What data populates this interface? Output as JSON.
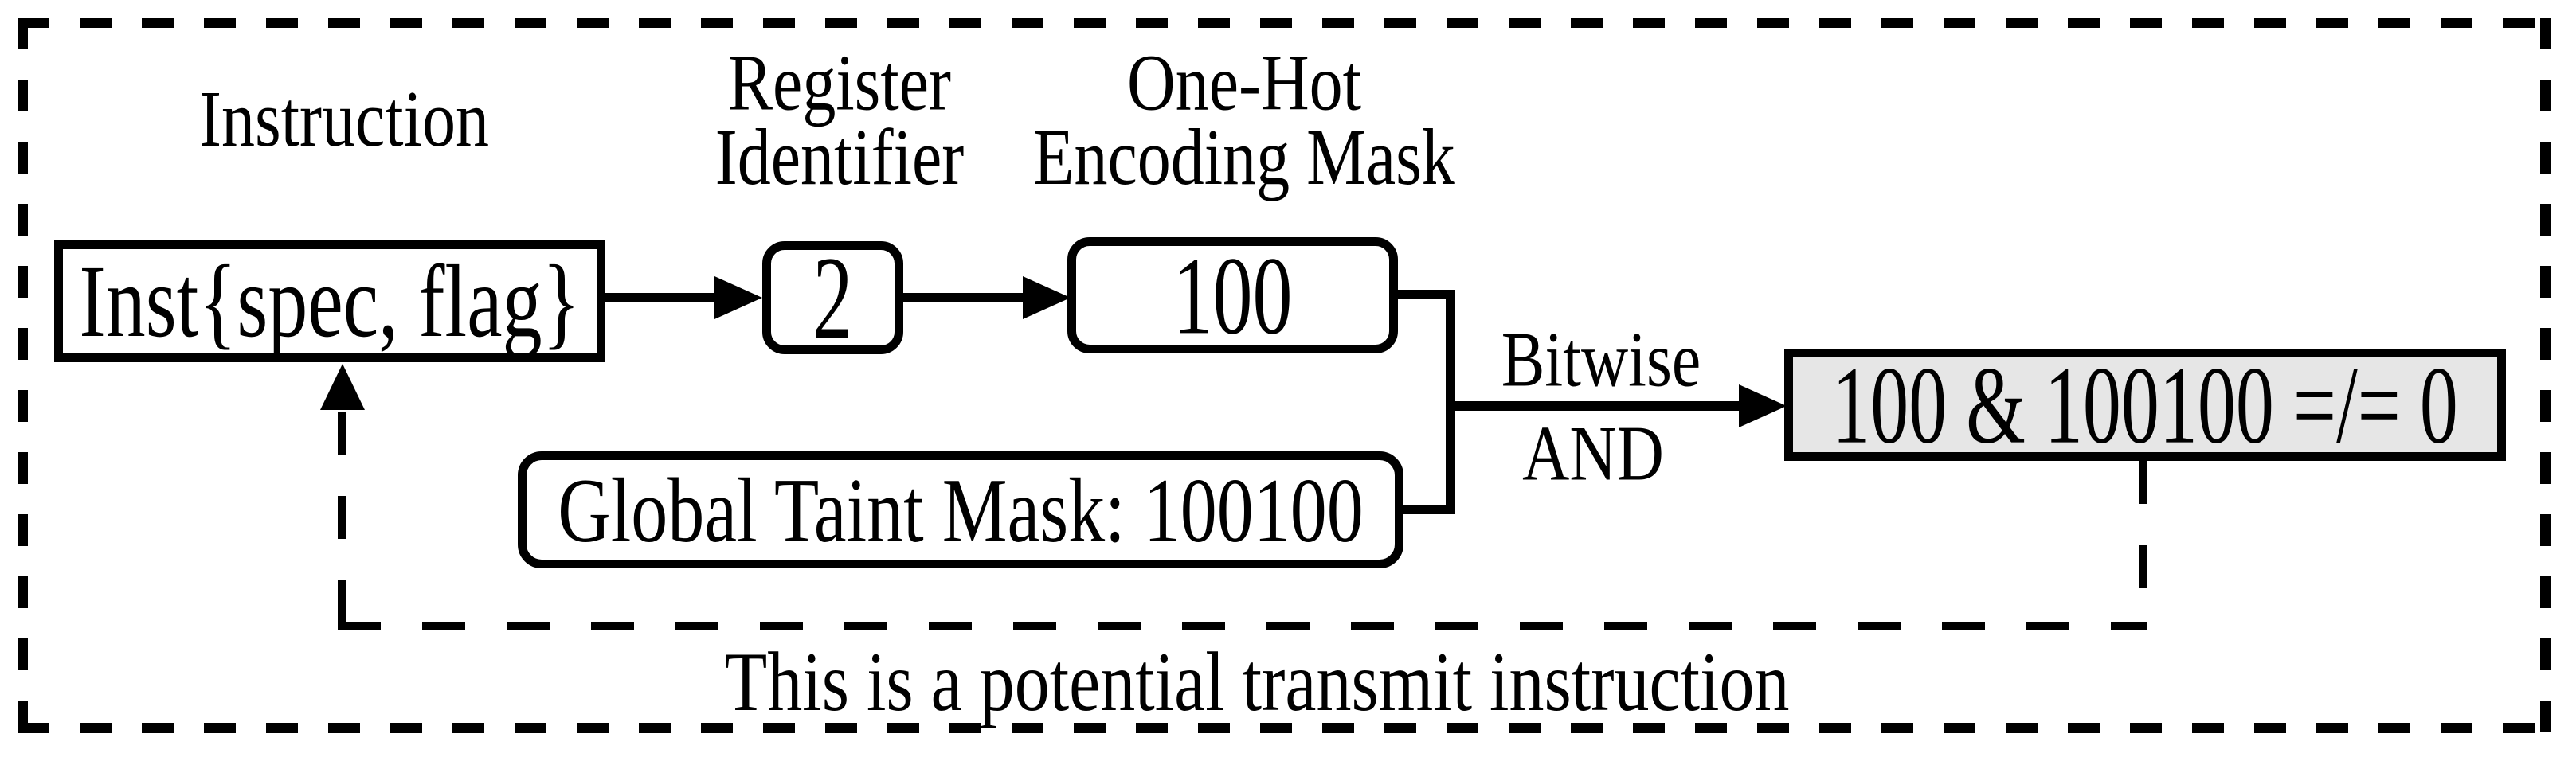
{
  "diagram": {
    "labels": {
      "instruction": "Instruction",
      "register_line1": "Register",
      "register_line2": "Identifier",
      "onehot_line1": "One-Hot",
      "onehot_line2": "Encoding Mask",
      "bitwise": "Bitwise",
      "and": "AND",
      "caption": "This is a potential transmit instruction"
    },
    "nodes": {
      "instruction": "Inst{spec, flag}",
      "register_identifier": "2",
      "onehot_mask": "100",
      "global_taint_mask": "Global Taint Mask: 100100",
      "result": "100 & 100100 =/= 0"
    },
    "colors": {
      "ink": "#000000",
      "background": "#ffffff",
      "result_fill": "#e6e6e6"
    }
  }
}
